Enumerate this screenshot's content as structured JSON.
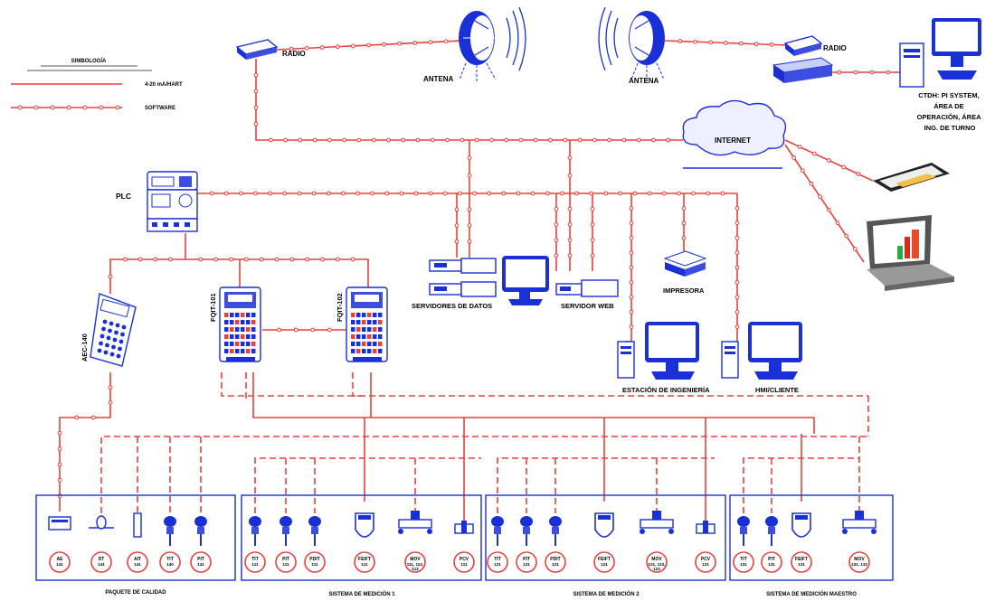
{
  "legend": {
    "title": "SIMBOLOGÍA",
    "items": [
      {
        "label": "4-20 mA/HART",
        "style": "line"
      },
      {
        "label": "SOFTWARE",
        "style": "dotted-line"
      }
    ]
  },
  "labels": {
    "radio_left": "RADIO",
    "radio_right": "RADIO",
    "antena_left": "ANTENA",
    "antena_right": "ANTENA",
    "ctdh": [
      "CTDH: PI SYSTEM,",
      "ÁREA DE",
      "OPERACIÓN, ÁREA",
      "ING. DE TURNO"
    ],
    "internet": "INTERNET",
    "plc": "PLC",
    "servidores": "SERVIDORES DE DATOS",
    "servidor_web": "SERVIDOR WEB",
    "impresora": "IMPRESORA",
    "estacion": "ESTACIÓN DE INGENIERÍA",
    "hmi": "HMI/CLIENTE",
    "aec": "AEC-140",
    "fqit101": "FQIT-101",
    "fqit102": "FQIT-102"
  },
  "groups": [
    {
      "caption": "PAQUETE DE CALIDAD",
      "instruments": [
        [
          "AE",
          "141"
        ],
        [
          "DT",
          "141"
        ],
        [
          "AIT",
          "141"
        ],
        [
          "TIT",
          "140"
        ],
        [
          "PIT",
          "141"
        ]
      ]
    },
    {
      "caption": "SISTEMA DE MEDICIÓN 1",
      "instruments": [
        [
          "TIT",
          "111"
        ],
        [
          "PIT",
          "111"
        ],
        [
          "PDIT",
          "111"
        ],
        [
          "FEIFT",
          "111"
        ],
        [
          "MOV",
          "111, 112,\n113"
        ],
        [
          "PCV",
          "111"
        ]
      ]
    },
    {
      "caption": "SISTEMA DE MEDICIÓN 2",
      "instruments": [
        [
          "TIT",
          "121"
        ],
        [
          "PIT",
          "121"
        ],
        [
          "PDIT",
          "121"
        ],
        [
          "FEIFT",
          "121"
        ],
        [
          "MOV",
          "121, 122,\n123"
        ],
        [
          "PCV",
          "121"
        ]
      ]
    },
    {
      "caption": "SISTEMA DE MEDICIÓN MAESTRO",
      "instruments": [
        [
          "TIT",
          "131"
        ],
        [
          "PIT",
          "131"
        ],
        [
          "FEIFT",
          "131"
        ],
        [
          "MOV",
          "131, 132"
        ]
      ]
    }
  ],
  "colors": {
    "wire": "#e8413b",
    "equipment": "#1a2fd6"
  }
}
